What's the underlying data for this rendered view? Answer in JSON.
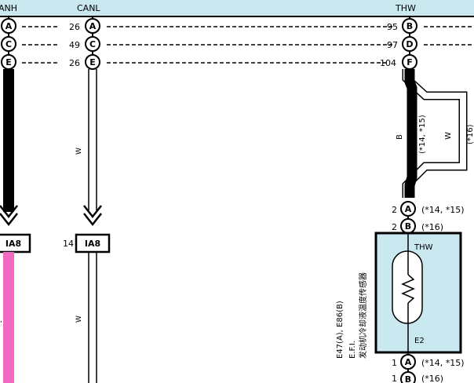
{
  "header": {
    "canh_label": "ANH",
    "canl_label": "CANL",
    "thw_label": "THW"
  },
  "left_column": {
    "pins": [
      "A",
      "C",
      "E"
    ],
    "wire_color": "B",
    "connector": "IA8"
  },
  "canl_column": {
    "pins": [
      {
        "num": "26",
        "letter": "A"
      },
      {
        "num": "49",
        "letter": "C"
      },
      {
        "num": "26",
        "letter": "E"
      }
    ],
    "wire_color_top": "W",
    "wire_color_bottom": "W",
    "connector_num": "14",
    "connector": "IA8"
  },
  "thw_column": {
    "pins": [
      {
        "num": "95",
        "letter": "B"
      },
      {
        "num": "97",
        "letter": "D"
      },
      {
        "num": "104",
        "letter": "F"
      }
    ],
    "black_wire_label": "B",
    "black_wire_note": "(*14, *15)",
    "white_wire_label": "W",
    "white_wire_note": "(*16)",
    "sensor_top_pins": [
      {
        "num": "2",
        "letter": "A",
        "note": "(*14, *15)"
      },
      {
        "num": "2",
        "letter": "B",
        "note": "(*16)"
      }
    ],
    "sensor_bottom_pins": [
      {
        "num": "1",
        "letter": "A",
        "note": "(*14, *15)"
      },
      {
        "num": "1",
        "letter": "B",
        "note": "(*16)"
      }
    ]
  },
  "sensor": {
    "id_line": "E47(A), E86(B)",
    "name_line1": "E.F.I.",
    "name_line2": "发动机冷却液温度传感器",
    "pin_top": "THW",
    "pin_bottom": "E2",
    "fill_color": "#c9e8f0"
  },
  "colors": {
    "header_bg": "#c9e8f0",
    "pink_wire": "#f06bbf",
    "black_wire": "#000000",
    "white_wire_outline": "#000000"
  }
}
